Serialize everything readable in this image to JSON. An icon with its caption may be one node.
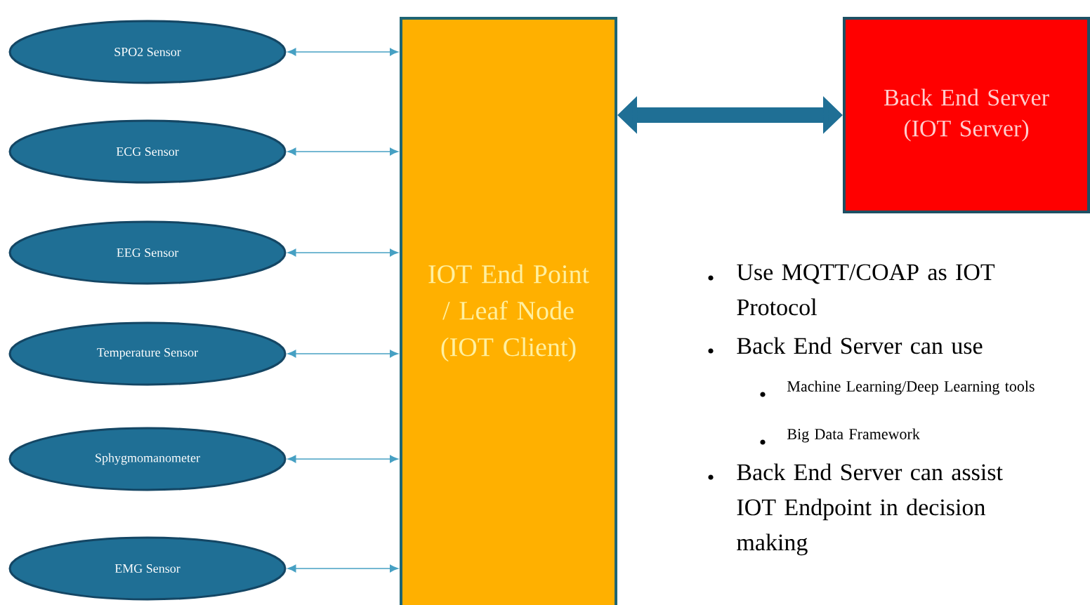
{
  "diagram": {
    "nodes": [
      {
        "text": [
          "SPO2 Sensor"
        ]
      },
      {
        "text": [
          "ECG Sensor"
        ]
      },
      {
        "text": [
          "EEG Sensor"
        ]
      },
      {
        "text": [
          "Temperature Sensor"
        ]
      },
      {
        "text": [
          "Sphygmomanometer"
        ]
      },
      {
        "text": [
          "EMG Sensor"
        ]
      },
      {
        "text": [
          "IOT End Point / Leaf Node (IOT Client)"
        ]
      },
      {
        "text": [
          "Back End Server (IOT Server)"
        ]
      }
    ],
    "edges": [
      {
        "from": 0,
        "to": 6,
        "arrow": "both"
      },
      {
        "from": 1,
        "to": 6,
        "arrow": "both"
      },
      {
        "from": 2,
        "to": 6,
        "arrow": "both"
      },
      {
        "from": 3,
        "to": 6,
        "arrow": "both"
      },
      {
        "from": 4,
        "to": 6,
        "arrow": "both"
      },
      {
        "from": 5,
        "to": 6,
        "arrow": "both"
      },
      {
        "from": 6,
        "to": 7,
        "arrow": "both",
        "style": "thick"
      }
    ],
    "labels": [
      "Use MQTT/COAP as IOT Protocol",
      "Back End Server can use",
      "Machine Learning/Deep Learning tools",
      "Big Data Framework",
      "Back End Server can assist IOT Endpoint in decision making"
    ]
  }
}
